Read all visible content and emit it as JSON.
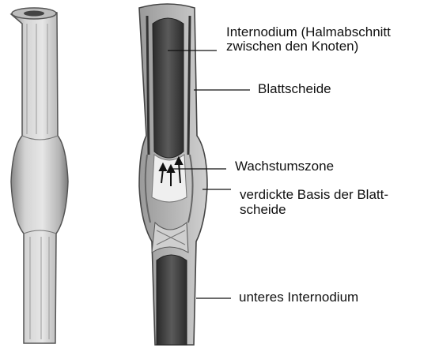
{
  "labels": {
    "internode_line1": "Internodium (Halmabschnitt",
    "internode_line2": "zwischen den Knoten)",
    "leaf_sheath": "Blattscheide",
    "growth_zone": "Wachstumszone",
    "thick_base_line1": "verdickte Basis der Blatt-",
    "thick_base_line2": "scheide",
    "lower_internode": "unteres Internodium"
  },
  "colors": {
    "ink": "#111111",
    "stem_light": "#d9d9d9",
    "stem_mid": "#a9a9a9",
    "stem_dark": "#555555",
    "cavity": "#3a3a3a"
  }
}
